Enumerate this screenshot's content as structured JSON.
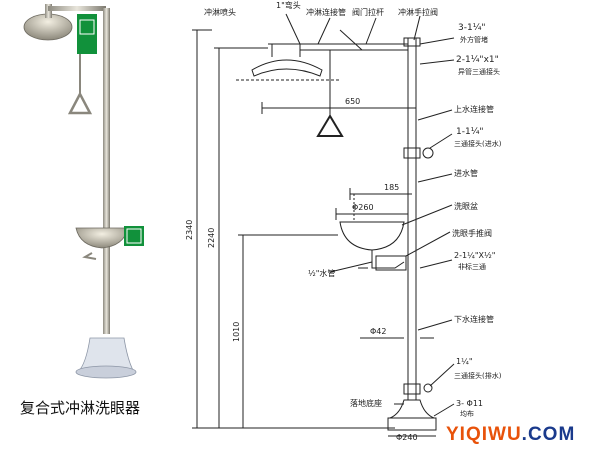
{
  "photo": {
    "caption": "复合式冲淋洗眼器"
  },
  "labels": {
    "shower_head": "冲淋喷头",
    "top_spec": "1\"弯头",
    "shower_conn_pipe": "冲淋连接管",
    "valve_pull_rod": "阀门拉杆",
    "shower_hand_pull": "冲淋手拉阀",
    "spec_3_1_4": "3-1¼\"",
    "outer_pipe_thread": "外方管堵",
    "spec_2_1_4x1": "2-1¼\"x1\"",
    "reducer_tee": "异管三通接头",
    "upper_water_pipe": "上水连接管",
    "spec_1_1_4": "1-1¼\"",
    "tee_inlet": "三通接头(进水)",
    "inlet_pipe": "进水管",
    "eyewash_bowl": "洗眼盆",
    "eyewash_push_valve": "洗眼手推阀",
    "spec_2_1_4x1_2": "2-1¼\"X½\"",
    "non_std_tee": "非标三通",
    "half_inch_pipe": "½\"水管",
    "lower_water_pipe": "下水连接管",
    "spec_1_1_4_b": "1¼\"",
    "tee_drain": "三通接头(排水)",
    "floor_base": "落地底座",
    "spec_3_phi11": "3- Φ11",
    "evenly_spaced": "均布"
  },
  "dimensions": {
    "d650": "650",
    "d185": "185",
    "phi260": "Φ260",
    "d2340": "2340",
    "d2240": "2240",
    "d1010": "1010",
    "phi42": "Φ42",
    "phi240": "Φ240"
  },
  "watermark": {
    "text": "YIQIWU.COM",
    "colors": [
      "#e8520a",
      "#1a3a8c"
    ]
  }
}
